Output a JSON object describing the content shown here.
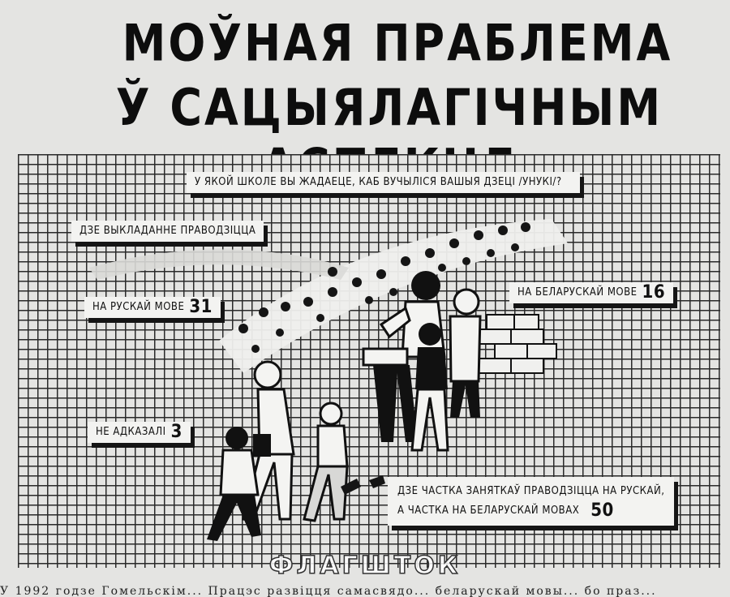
{
  "header": {
    "title_line1": "МОЎНАЯ ПРАБЛЕМА",
    "title_line2": "Ў САЦЫЯЛАГІЧНЫМ АСПЕКЦЕ"
  },
  "infographic": {
    "question": "У ЯКОЙ ШКОЛЕ ВЫ ЖАДАЕЦЕ, КАБ ВУЧЫЛІСЯ ВАШЫЯ ДЗЕЦІ /УНУКІ/?",
    "subquestion": "ДЗЕ ВЫКЛАДАННЕ ПРАВОДЗІЦЦА",
    "answers": [
      {
        "label": "НА РУСКАЙ МОВЕ",
        "value": "31"
      },
      {
        "label": "НА БЕЛАРУСКАЙ МОВЕ",
        "value": "16"
      },
      {
        "label": "НЕ АДКАЗАЛІ",
        "value": "3"
      },
      {
        "label_line1": "ДЗЕ ЧАСТКА ЗАНЯТКАЎ ПРАВОДЗІЦЦА НА РУСКАЙ,",
        "label_line2": "А ЧАСТКА НА БЕЛАРУСКАЙ МОВАХ",
        "value": "50"
      }
    ]
  },
  "watermark": "ФЛАГШТОК",
  "caption": "У 1992 годзе Гомельскім... Працэс развіцця самасвядо... беларускай мовы... бо праз..."
}
